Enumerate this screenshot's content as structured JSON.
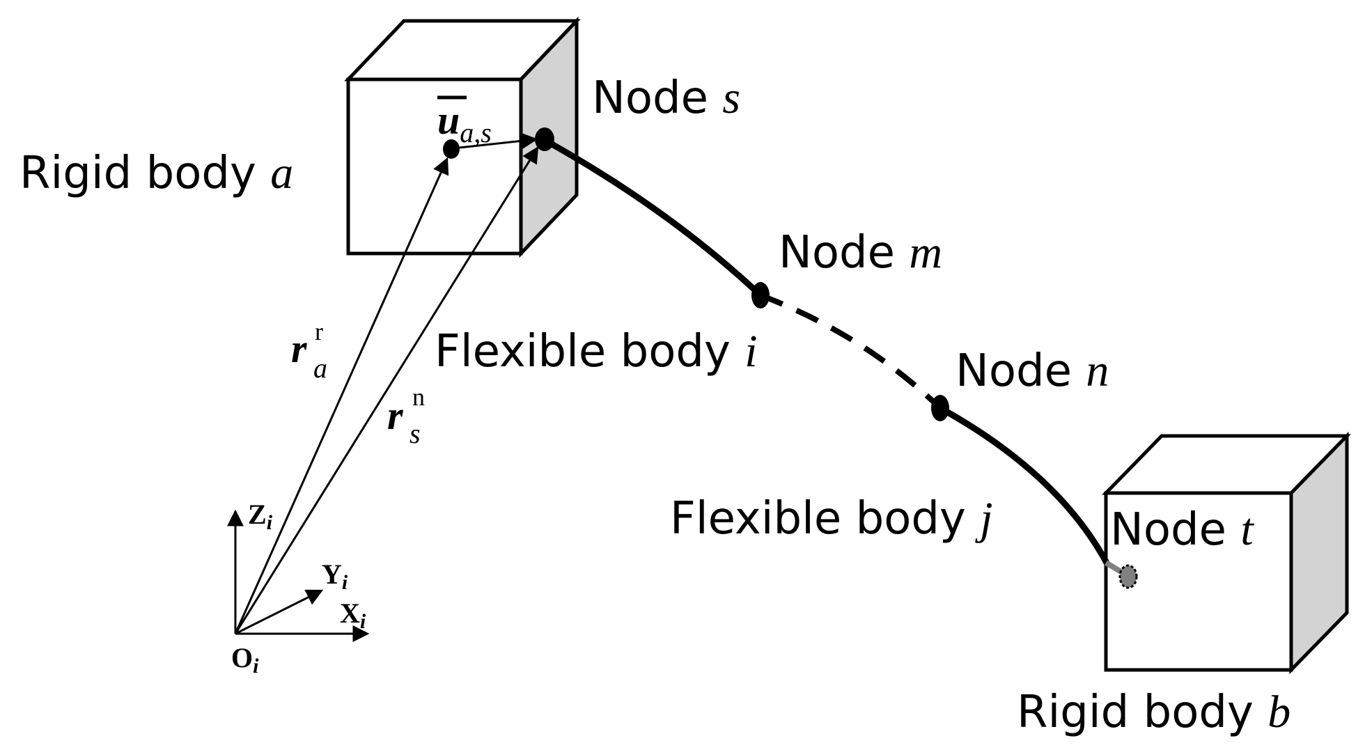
{
  "labels": {
    "rigid_a": {
      "text": "Rigid body ",
      "var": "a"
    },
    "rigid_b": {
      "text": "Rigid body ",
      "var": "b"
    },
    "node_s": {
      "text": "Node ",
      "var": "s"
    },
    "node_m": {
      "text": "Node ",
      "var": "m"
    },
    "node_n": {
      "text": "Node ",
      "var": "n"
    },
    "node_t": {
      "text": "Node ",
      "var": "t"
    },
    "flex_i": {
      "text": "Flexible body ",
      "var": "i"
    },
    "flex_j": {
      "text": "Flexible body ",
      "var": "j"
    }
  },
  "vectors": {
    "u_bar": {
      "sym": "u",
      "sub": "a,s"
    },
    "r_a": {
      "sym": "r",
      "sub": "a",
      "sup": "r"
    },
    "r_s": {
      "sym": "r",
      "sub": "s",
      "sup": "n"
    }
  },
  "axes": {
    "z": {
      "sym": "Z",
      "sub": "i"
    },
    "y": {
      "sym": "Y",
      "sub": "i"
    },
    "x": {
      "sym": "X",
      "sub": "i"
    },
    "origin": {
      "sym": "O",
      "sub": "i"
    }
  },
  "colors": {
    "stroke": "#000000",
    "cube_side": "#d3d3d3",
    "node_t_fill": "#808080"
  }
}
